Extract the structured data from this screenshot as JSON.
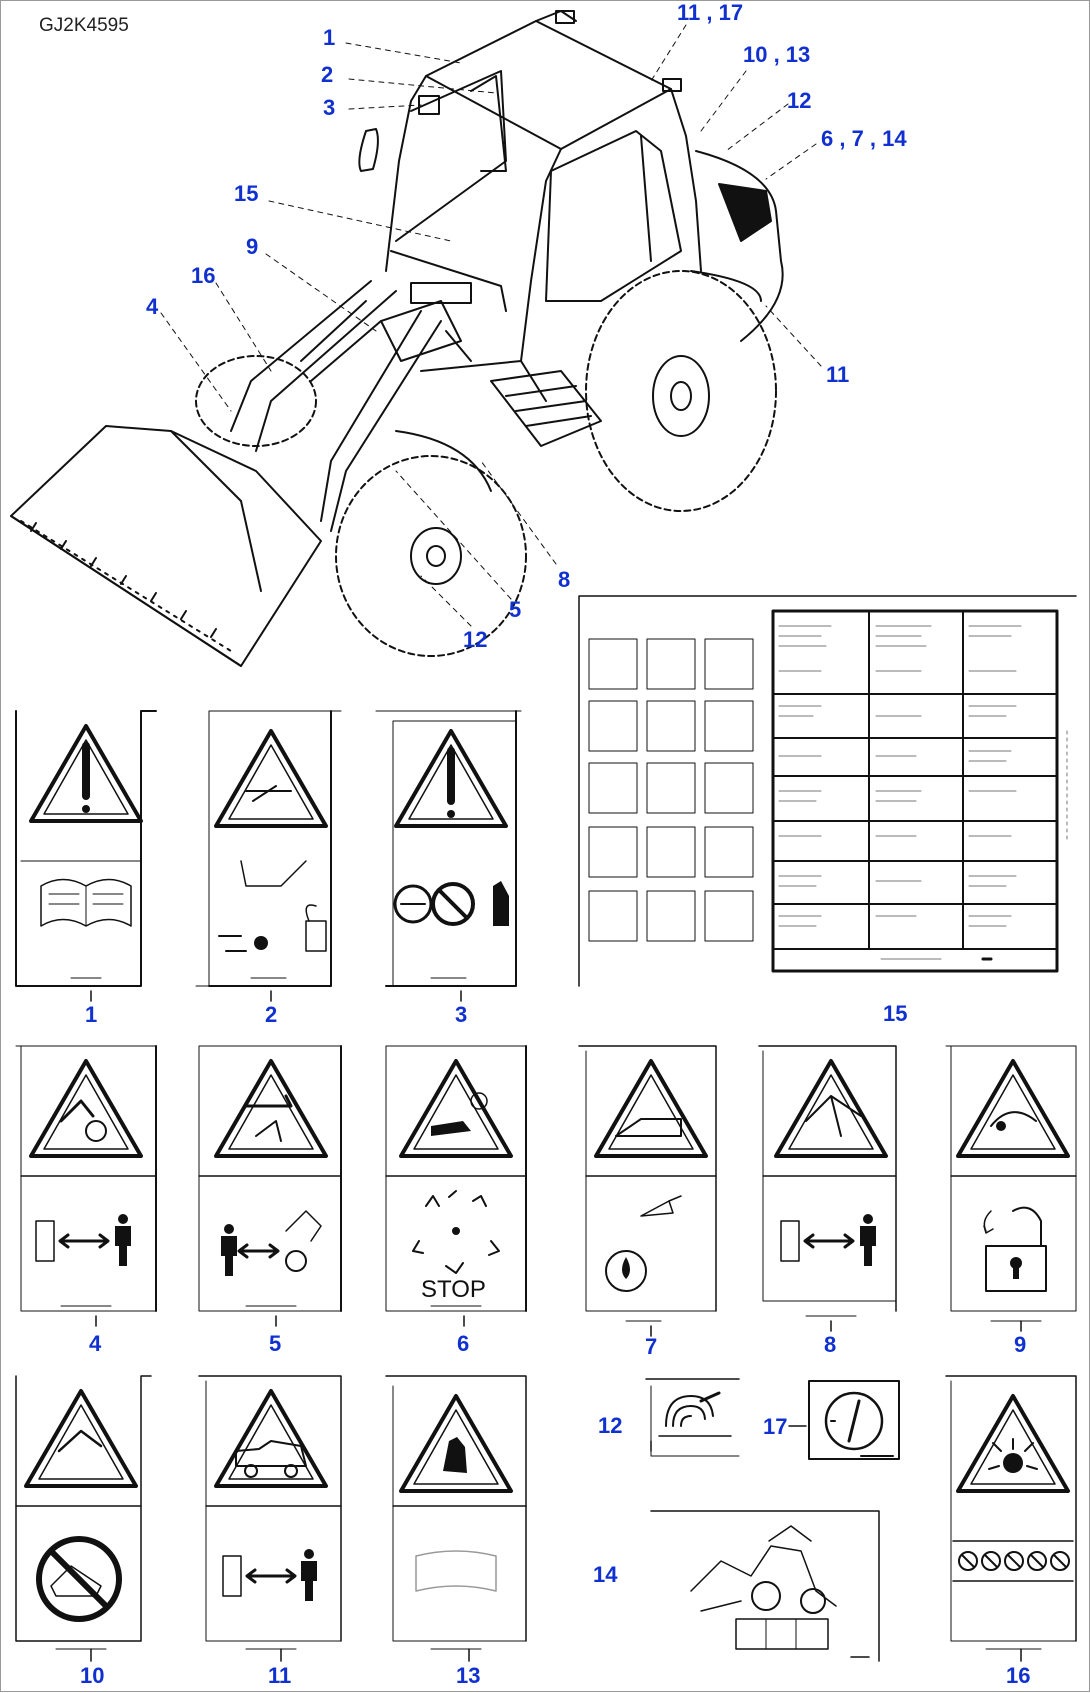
{
  "drawing_code": "GJ2K4595",
  "colors": {
    "callout": "#1030d0",
    "line": "#111111"
  },
  "overview_callouts": [
    {
      "id": "c1",
      "text": "1"
    },
    {
      "id": "c2",
      "text": "2"
    },
    {
      "id": "c3",
      "text": "3"
    },
    {
      "id": "c11_17",
      "text": "11 , 17"
    },
    {
      "id": "c10_13",
      "text": "10 , 13"
    },
    {
      "id": "c12a",
      "text": "12"
    },
    {
      "id": "c6_7_14",
      "text": "6 , 7 , 14"
    },
    {
      "id": "c15",
      "text": "15"
    },
    {
      "id": "c9",
      "text": "9"
    },
    {
      "id": "c16",
      "text": "16"
    },
    {
      "id": "c4",
      "text": "4"
    },
    {
      "id": "c11",
      "text": "11"
    },
    {
      "id": "c8",
      "text": "8"
    },
    {
      "id": "c5",
      "text": "5"
    },
    {
      "id": "c12b",
      "text": "12"
    }
  ],
  "decals": [
    {
      "number": "1",
      "icon": "warning-read-manual"
    },
    {
      "number": "2",
      "icon": "warning-lock-frame"
    },
    {
      "number": "3",
      "icon": "warning-no-touch"
    },
    {
      "number": "4",
      "icon": "warning-crush-keep-distance"
    },
    {
      "number": "5",
      "icon": "warning-bucket-keep-distance"
    },
    {
      "number": "6",
      "icon": "warning-fan-stop"
    },
    {
      "number": "7",
      "icon": "warning-pressure-brake"
    },
    {
      "number": "8",
      "icon": "warning-fall-keep-distance"
    },
    {
      "number": "9",
      "icon": "warning-lock-open"
    },
    {
      "number": "10",
      "icon": "warning-no-riding"
    },
    {
      "number": "11",
      "icon": "warning-machine-keep-distance"
    },
    {
      "number": "12",
      "icon": "hot-surface"
    },
    {
      "number": "13",
      "icon": "warning-hand"
    },
    {
      "number": "14",
      "icon": "lifting-points"
    },
    {
      "number": "15",
      "icon": "fuse-chart"
    },
    {
      "number": "16",
      "icon": "warning-battery-explosion"
    },
    {
      "number": "17",
      "icon": "gauge"
    }
  ],
  "decal6_text": "STOP"
}
